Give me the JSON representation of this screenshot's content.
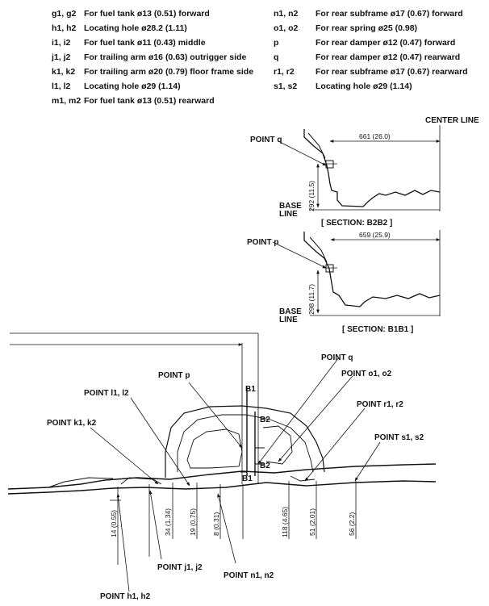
{
  "legend": {
    "left": [
      {
        "code": "g1, g2",
        "desc": "For fuel tank ø13 (0.51) forward"
      },
      {
        "code": "h1, h2",
        "desc": "Locating hole ø28.2 (1.11)"
      },
      {
        "code": "i1, i2",
        "desc": "For fuel tank ø11 (0.43) middle"
      },
      {
        "code": "j1, j2",
        "desc": "For trailing arm ø16 (0.63) outrigger side"
      },
      {
        "code": "k1, k2",
        "desc": "For trailing arm ø20 (0.79) floor frame side"
      },
      {
        "code": "l1, l2",
        "desc": "Locating hole ø29 (1.14)"
      },
      {
        "code": "m1, m2",
        "desc": "For fuel tank ø13 (0.51) rearward"
      }
    ],
    "right": [
      {
        "code": "n1, n2",
        "desc": "For rear subframe ø17 (0.67) forward"
      },
      {
        "code": "o1, o2",
        "desc": "For rear spring ø25 (0.98)"
      },
      {
        "code": "p",
        "desc": "For rear damper ø12 (0.47) forward"
      },
      {
        "code": "q",
        "desc": "For rear damper ø12 (0.47) rearward"
      },
      {
        "code": "r1, r2",
        "desc": "For rear subframe ø17 (0.67) rearward"
      },
      {
        "code": "s1, s2",
        "desc": "Locating hole ø29 (1.14)"
      }
    ]
  },
  "section_b2": {
    "center_line": "CENTER LINE",
    "point": "POINT q",
    "horizontal_dim": "661 (26.0)",
    "vertical_dim": "292 (11.5)",
    "base": "BASE",
    "line": "LINE",
    "title": "[ SECTION: B2B2 ]"
  },
  "section_b1": {
    "point": "POINT p",
    "horizontal_dim": "659 (25.9)",
    "vertical_dim": "298 (11.7)",
    "base": "BASE",
    "line": "LINE",
    "title": "[ SECTION: B1B1 ]"
  },
  "side_view": {
    "section_marks": {
      "b1": "B1",
      "b2": "B2"
    },
    "points": {
      "q": "POINT q",
      "o": "POINT o1, o2",
      "p": "POINT p",
      "l": "POINT l1, l2",
      "r": "POINT r1, r2",
      "k": "POINT k1, k2",
      "s": "POINT s1, s2",
      "j": "POINT j1, j2",
      "n": "POINT n1, n2",
      "h": "POINT h1, h2"
    },
    "dims": {
      "d14": "14 (0.55)",
      "d34": "34 (1.34)",
      "d19": "19 (0.75)",
      "d8": "8 (0.31)",
      "d118": "118 (4.65)",
      "d51": "51 (2.01)",
      "d56": "56 (2.2)"
    }
  }
}
